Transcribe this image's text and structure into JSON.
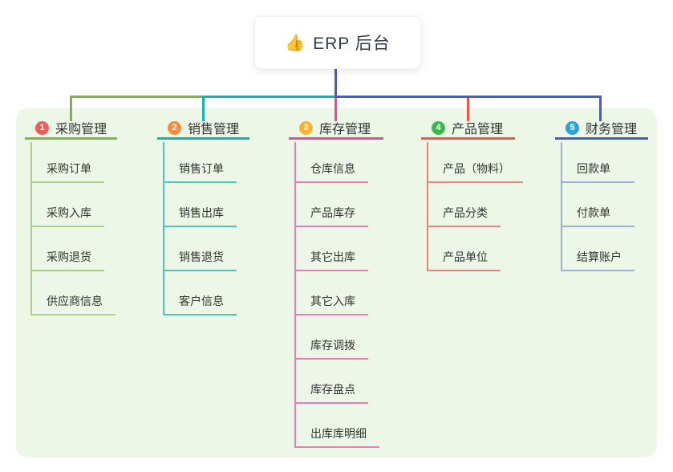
{
  "root": {
    "emoji": "👍",
    "title": "ERP 后台"
  },
  "connector": {
    "root_line_color": "#4b5bc9"
  },
  "panel_color": "#ecf7e7",
  "branches": [
    {
      "badge": "1",
      "badge_color": "#ef5b5b",
      "title": "采购管理",
      "line_color": "#7cb648",
      "child_line_color": "#a9d384",
      "children": [
        "采购订单",
        "采购入库",
        "采购退货",
        "供应商信息"
      ]
    },
    {
      "badge": "2",
      "badge_color": "#f68b3f",
      "title": "销售管理",
      "line_color": "#0db5ac",
      "child_line_color": "#49c7bd",
      "children": [
        "销售订单",
        "销售出库",
        "销售退货",
        "客户信息"
      ]
    },
    {
      "badge": "3",
      "badge_color": "#f8b42c",
      "title": "库存管理",
      "line_color": "#e8489b",
      "child_line_color": "#f07ab6",
      "children": [
        "仓库信息",
        "产品库存",
        "其它出库",
        "其它入库",
        "库存调拨",
        "库存盘点",
        "出库库明细"
      ]
    },
    {
      "badge": "4",
      "badge_color": "#3eb84e",
      "title": "产品管理",
      "line_color": "#f4504e",
      "child_line_color": "#f57f7e",
      "children": [
        "产品（物料）",
        "产品分类",
        "产品单位"
      ]
    },
    {
      "badge": "5",
      "badge_color": "#2aa3dc",
      "title": "财务管理",
      "line_color": "#4160c6",
      "child_line_color": "#97aede",
      "children": [
        "回款单",
        "付款单",
        "结算账户"
      ]
    }
  ]
}
